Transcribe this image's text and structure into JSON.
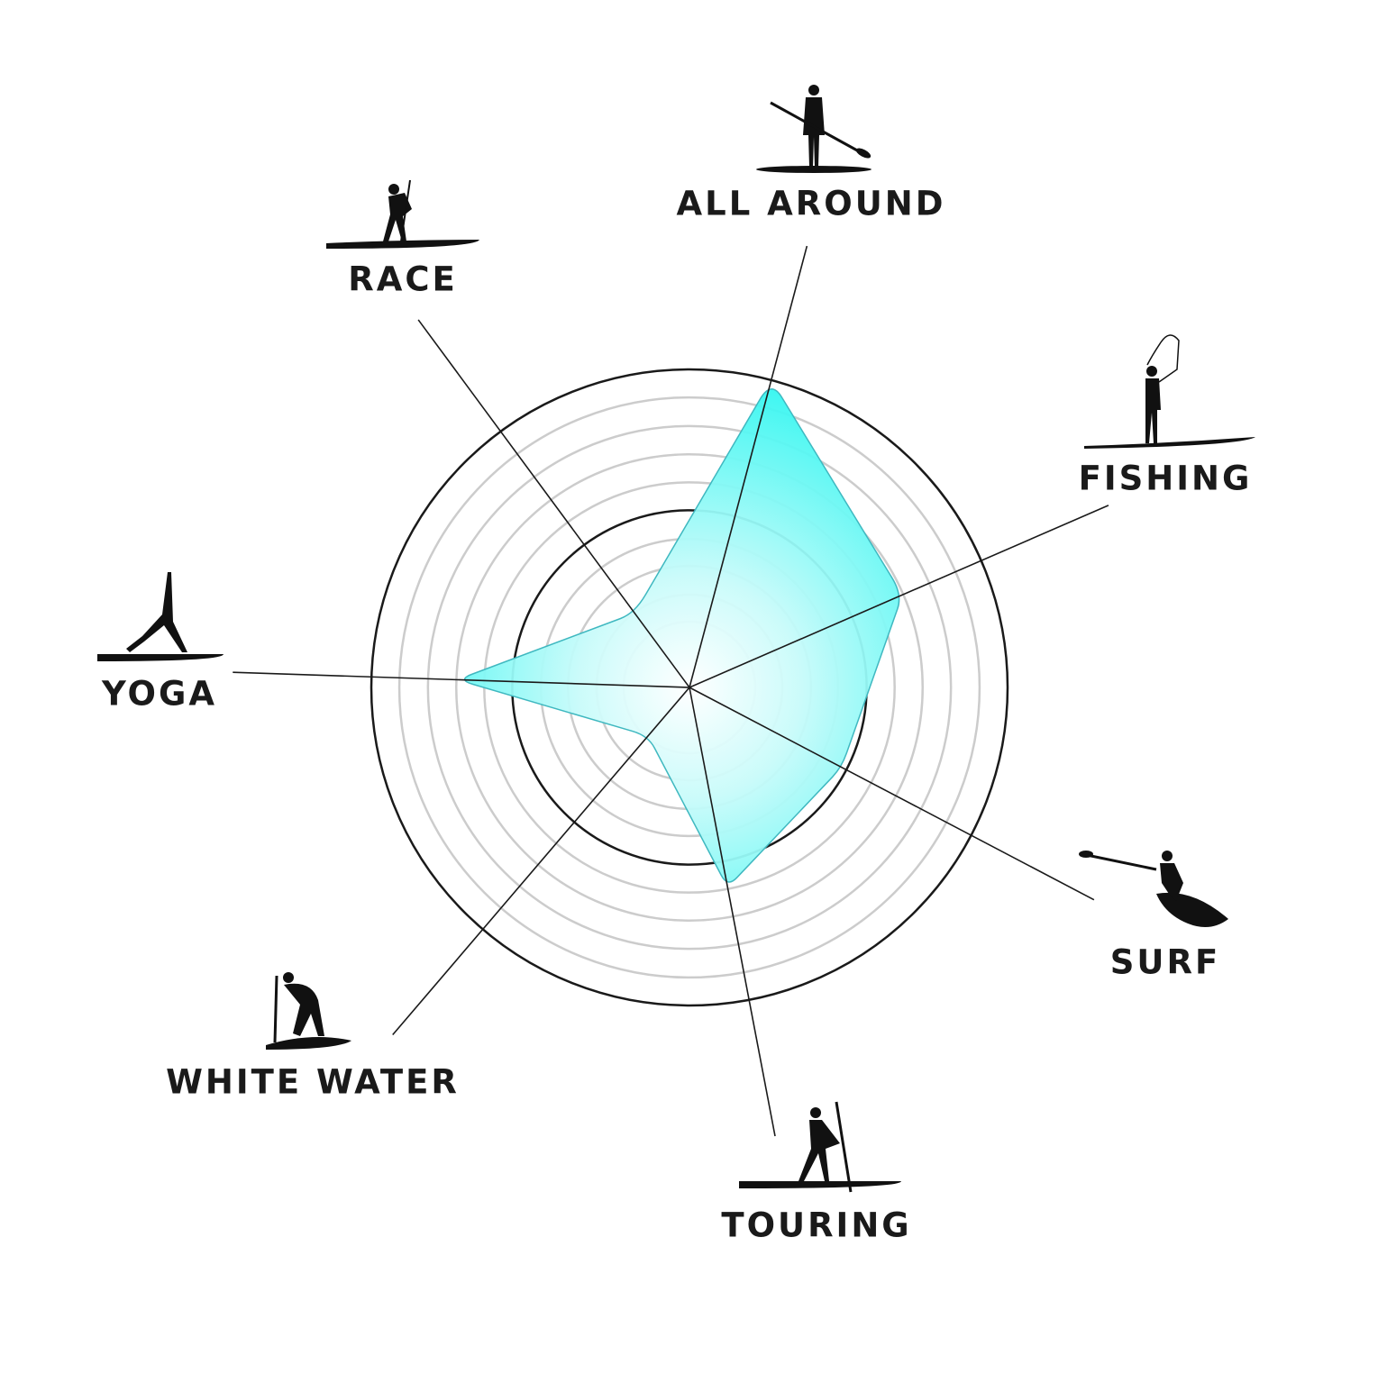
{
  "chart_data": {
    "type": "radar",
    "title": "",
    "scale": [
      0,
      10
    ],
    "axes": [
      {
        "label": "ALL AROUND",
        "icon": "standing-paddler-icon",
        "value": 10
      },
      {
        "label": "FISHING",
        "icon": "fishing-paddler-icon",
        "value": 7.3
      },
      {
        "label": "SURF",
        "icon": "surfing-paddler-icon",
        "value": 5.4
      },
      {
        "label": "TOURING",
        "icon": "touring-paddler-icon",
        "value": 6.4
      },
      {
        "label": "WHITE WATER",
        "icon": "whitewater-paddler-icon",
        "value": 2.0
      },
      {
        "label": "YOGA",
        "icon": "yoga-pose-icon",
        "value": 7.3
      },
      {
        "label": "RACE",
        "icon": "race-paddler-icon",
        "value": 2.9
      }
    ],
    "colors": {
      "fill_outer": "#2ef6f0",
      "fill_inner": "#ffffff",
      "stroke": "#3fb8c0",
      "grid": "#cccccc",
      "axis": "#1a1a1a"
    },
    "grid": true,
    "legend": "none"
  }
}
